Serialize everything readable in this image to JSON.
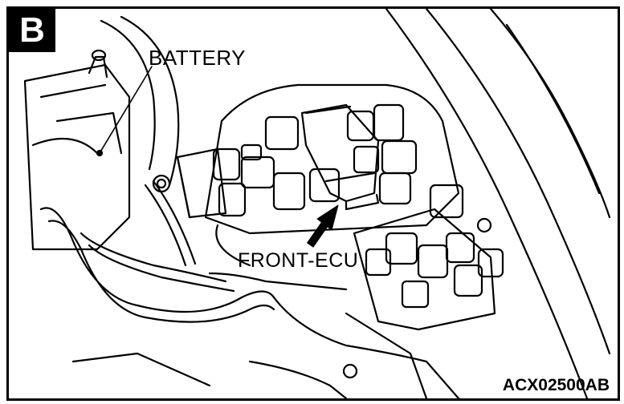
{
  "panel": {
    "badge": "B"
  },
  "callouts": {
    "battery": "BATTERY",
    "front_ecu": "FRONT-ECU"
  },
  "figure": {
    "code": "ACX02500AB"
  },
  "colors": {
    "ink": "#000000",
    "paper": "#ffffff"
  }
}
